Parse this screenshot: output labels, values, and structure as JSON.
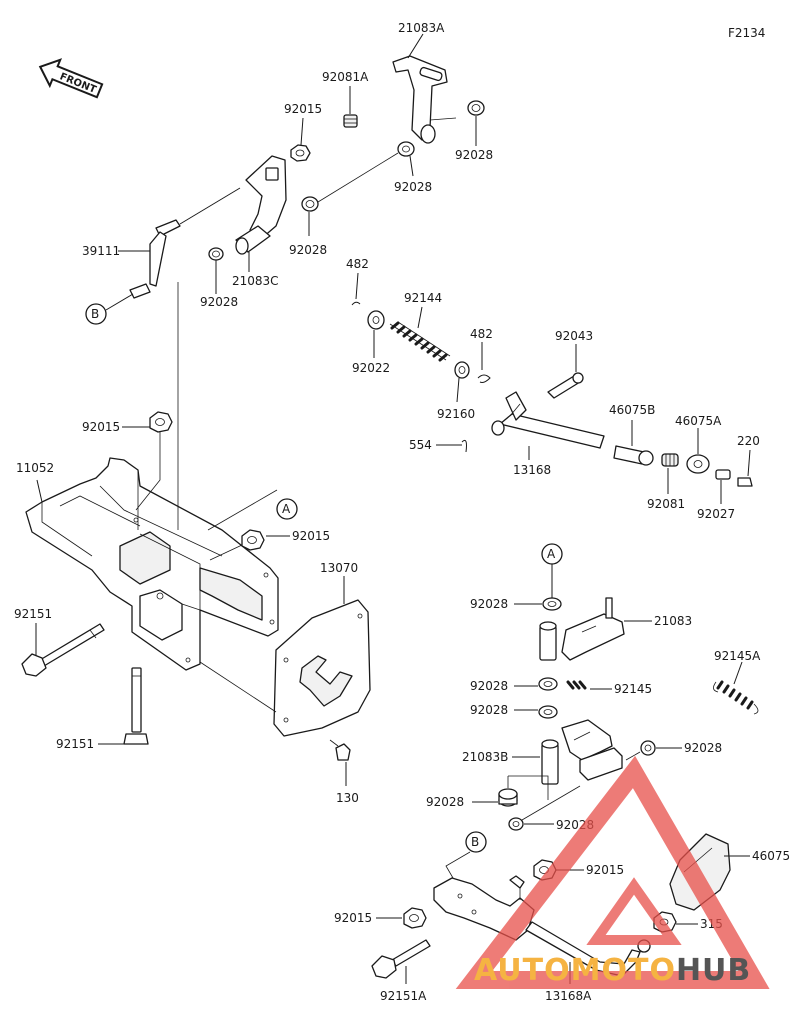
{
  "figure_code": "F2134",
  "front_label": "FRONT",
  "labels": {
    "p21083A": "21083A",
    "p92081A": "92081A",
    "p92015_top": "92015",
    "p92028_a": "92028",
    "p92028_b": "92028",
    "p92028_c": "92028",
    "p39111": "39111",
    "p21083C": "21083C",
    "p92028_d": "92028",
    "p482_a": "482",
    "p92144": "92144",
    "p92022": "92022",
    "p482_b": "482",
    "p92043": "92043",
    "p92160": "92160",
    "p46075B": "46075B",
    "p46075A": "46075A",
    "p220": "220",
    "p554": "554",
    "p13168": "13168",
    "p92081": "92081",
    "p92027": "92027",
    "p92015_mid": "92015",
    "p11052": "11052",
    "p92015_frame": "92015",
    "p13070": "13070",
    "p92151_a": "92151",
    "p92151_b": "92151",
    "p130": "130",
    "p92028_e": "92028",
    "p21083": "21083",
    "p92145A": "92145A",
    "p92028_f": "92028",
    "p92145": "92145",
    "p92028_g": "92028",
    "p21083B": "21083B",
    "p92028_h": "92028",
    "p92028_i": "92028",
    "p92028_j": "92028",
    "p46075": "46075",
    "p92015_low": "92015",
    "p92015_low2": "92015",
    "p315": "315",
    "p92151A": "92151A",
    "p13168A": "13168A"
  },
  "callouts": {
    "A1": "A",
    "A2": "A",
    "B1": "B",
    "B2": "B"
  },
  "watermark": {
    "part1": "AUTO",
    "part2": "MOTO",
    "part3": "HUB",
    "color_orange": "#f5b342",
    "color_red": "#e8504a",
    "color_grey": "#555555"
  }
}
